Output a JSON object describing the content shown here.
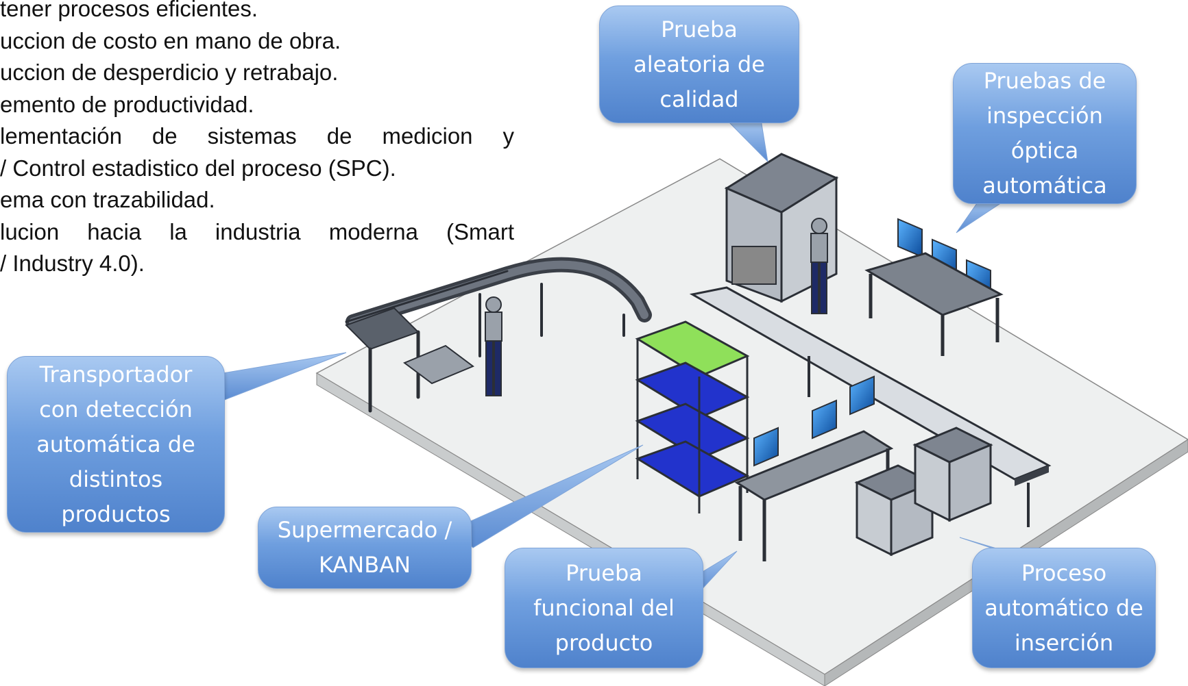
{
  "bullets": [
    "tener procesos eficientes.",
    "uccion de costo en mano de obra.",
    "uccion de desperdicio y retrabajo.",
    "emento de productividad.",
    "lementación de sistemas de medicion y",
    "/ Control estadistico del proceso (SPC).",
    "ema con trazabilidad.",
    "lucion hacia la industria moderna (Smart",
    "/ Industry 4.0)."
  ],
  "callouts": {
    "random_quality": "Prueba aleatoria de calidad",
    "optical_inspection": "Pruebas de inspección óptica automática",
    "conveyor": "Transportador con detección automática de distintos productos",
    "supermarket": "Supermercado / KANBAN",
    "functional_test": "Prueba funcional del producto",
    "auto_insertion": "Proceso automático de inserción"
  },
  "colors": {
    "callout_top": "#a9c9f1",
    "callout_bottom": "#4f82cc",
    "floor": "#eef0f0",
    "frame": "#2b2f36",
    "bins": "#2233cc",
    "trays": "#8fe05a",
    "screens": "#1d6fc8"
  }
}
